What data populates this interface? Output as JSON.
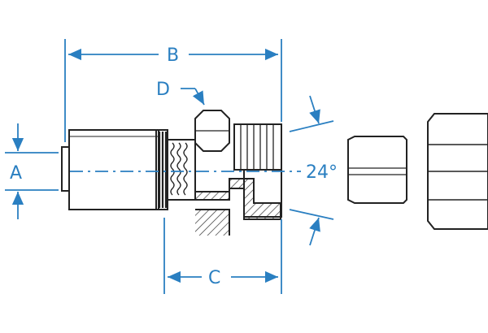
{
  "labels": {
    "dim_a": "A",
    "dim_b": "B",
    "dim_c": "C",
    "dim_d": "D",
    "angle": "24°"
  },
  "colors": {
    "part_line": "#222222",
    "dimension": "#2a7fc1",
    "hatch": "#333333",
    "background": "#ffffff"
  }
}
